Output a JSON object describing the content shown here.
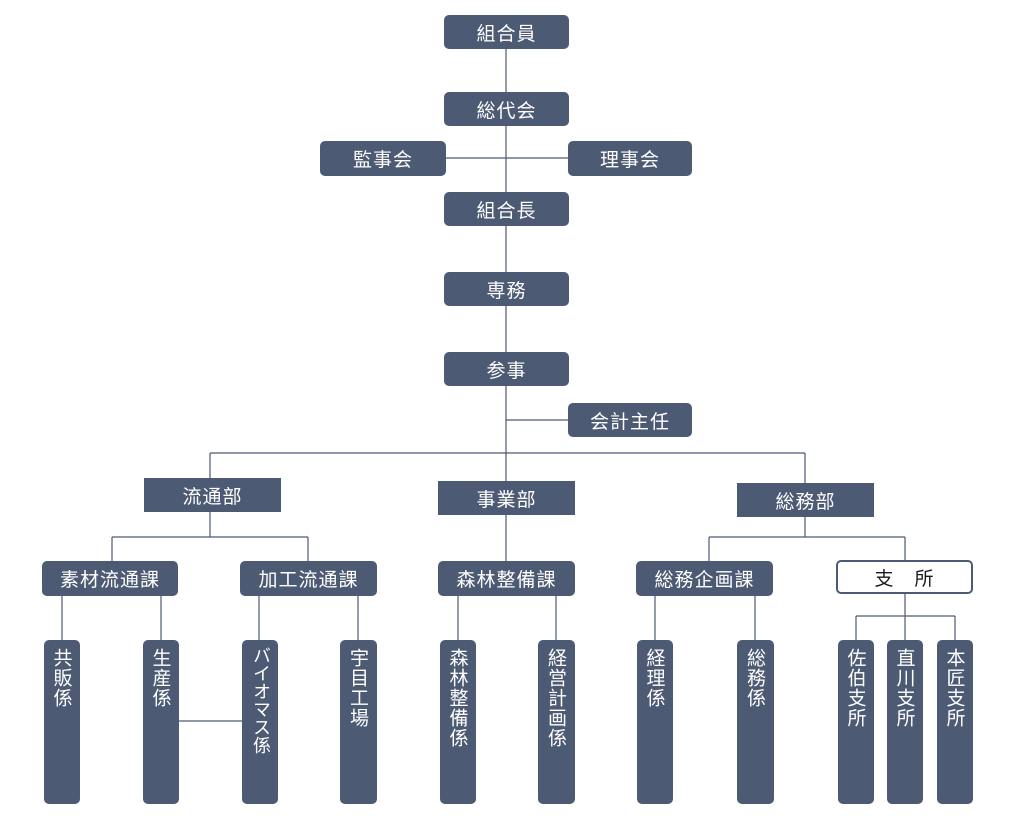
{
  "org": {
    "members": "組合員",
    "general_assembly": "総代会",
    "auditors": "監事会",
    "board": "理事会",
    "president": "組合長",
    "managing_director": "専務",
    "counselor": "参事",
    "accounting_chief": "会計主任",
    "departments": {
      "distribution": {
        "label": "流通部",
        "sections": {
          "raw_material": {
            "label": "素材流通課",
            "units": {
              "joint_sales": "共販係",
              "production": "生産係"
            }
          },
          "processing": {
            "label": "加工流通課",
            "units": {
              "biomass": "バイオマス係",
              "umeme_factory": "宇目工場"
            }
          }
        }
      },
      "business": {
        "label": "事業部",
        "sections": {
          "forest_maintenance": {
            "label": "森林整備課",
            "units": {
              "forest_maintenance": "森林整備係",
              "management_planning": "経営計画係"
            }
          }
        }
      },
      "general_affairs": {
        "label": "総務部",
        "sections": {
          "planning": {
            "label": "総務企画課",
            "units": {
              "accounting": "経理係",
              "general_affairs": "総務係"
            }
          },
          "branches": {
            "label": "支　所",
            "units": {
              "saiki": "佐伯支所",
              "naokawa": "直川支所",
              "honjo": "本匠支所"
            }
          }
        }
      }
    }
  },
  "colors": {
    "node_fill": "#4d5a73",
    "node_text": "#ffffff",
    "line": "#4d5a73",
    "background": "#ffffff"
  }
}
